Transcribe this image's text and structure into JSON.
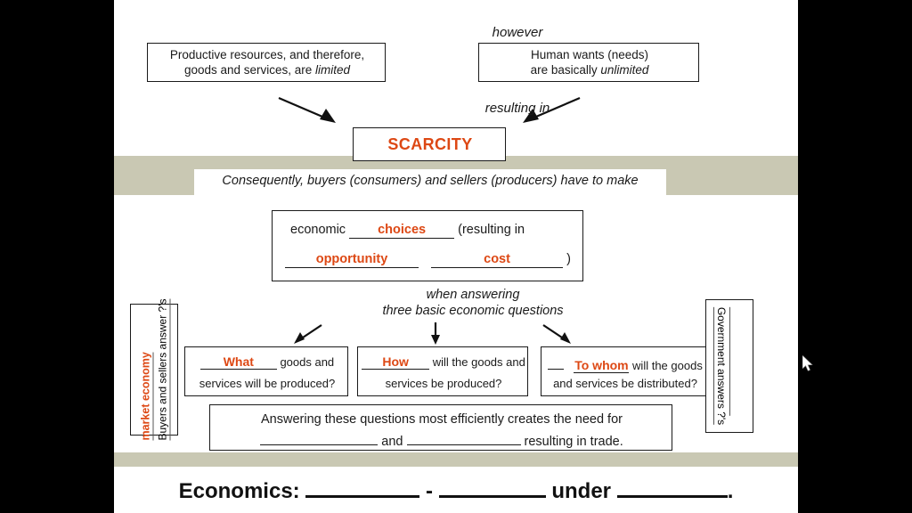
{
  "slide": {
    "title_flow": "Scarcity and the three basic economic questions",
    "connectors": {
      "however": "however",
      "resulting_in": "resulting in",
      "when_answering_line1": "when answering",
      "when_answering_line2": "three basic economic questions"
    },
    "top_boxes": {
      "left": {
        "line1": "Productive resources, and therefore,",
        "line2_plain": "goods and services, are ",
        "line2_italic": "limited"
      },
      "right": {
        "line1": "Human wants (needs)",
        "line2_plain": "are basically ",
        "line2_italic": "unlimited"
      }
    },
    "scarcity_box": {
      "label": "SCARCITY"
    },
    "consequently_banner": {
      "text": "Consequently, buyers (consumers) and sellers (producers) have to make"
    },
    "choices_box": {
      "line1_before": "economic",
      "line1_answer": "choices",
      "line1_after": "(resulting in",
      "line2_answer_1": "opportunity",
      "line2_answer_2": "cost",
      "line2_after": ")"
    },
    "questions": [
      {
        "answer": "What",
        "tail1": "goods and",
        "tail2": "services will be produced?",
        "blank_count": 1
      },
      {
        "answer": "How",
        "tail1": "will the goods and",
        "tail2": "services be produced?",
        "blank_count": 1
      },
      {
        "answer": "To whom",
        "tail1": "will the goods",
        "tail2": "and services be distributed?",
        "blank_count": 2
      }
    ],
    "side_left": {
      "orange_text": "market economy",
      "black_text": "Buyers and sellers answer ?'s"
    },
    "side_right": {
      "black_text": "Government answers ?'s"
    },
    "need_box": {
      "line1": "Answering these questions most efficiently creates the need for",
      "line2_mid": "and",
      "line2_tail": "resulting in trade."
    },
    "economics_line": {
      "label": "Economics:",
      "separator": "-",
      "under": "under",
      "period": "."
    },
    "colors": {
      "accent_orange": "#dd4814",
      "band_beige": "#c9c8b3",
      "ink": "#1a1a1a",
      "letterbox": "#000000",
      "slide_background": "#ffffff"
    }
  },
  "cursor": {
    "icon": "mouse-pointer"
  }
}
